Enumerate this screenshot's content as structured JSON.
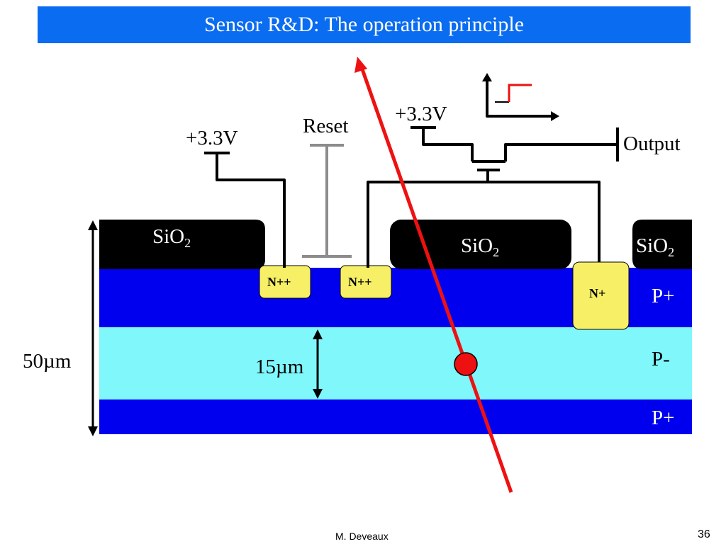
{
  "slide": {
    "title": "Sensor R&D: The operation principle",
    "footer_author": "M. Deveaux",
    "page_number": "36"
  },
  "labels": {
    "vdd_left": "+3.3V",
    "reset": "Reset",
    "vdd_right": "+3.3V",
    "output": "Output",
    "oxide": "SiO",
    "oxide_sub": "2",
    "n_plus_plus": "N++",
    "n_plus": "N+",
    "p_plus": "P+",
    "p_minus": "P-",
    "thickness_total": "50µm",
    "thickness_epi": "15µm"
  },
  "colors": {
    "title_bar": "#0a6cf0",
    "p_plus_layer": "#0000ee",
    "p_minus_layer": "#7ff7fb",
    "oxide": "#000000",
    "implant": "#f7f066",
    "particle_track": "#ee1111",
    "reset_gate": "#8c8c8c"
  }
}
